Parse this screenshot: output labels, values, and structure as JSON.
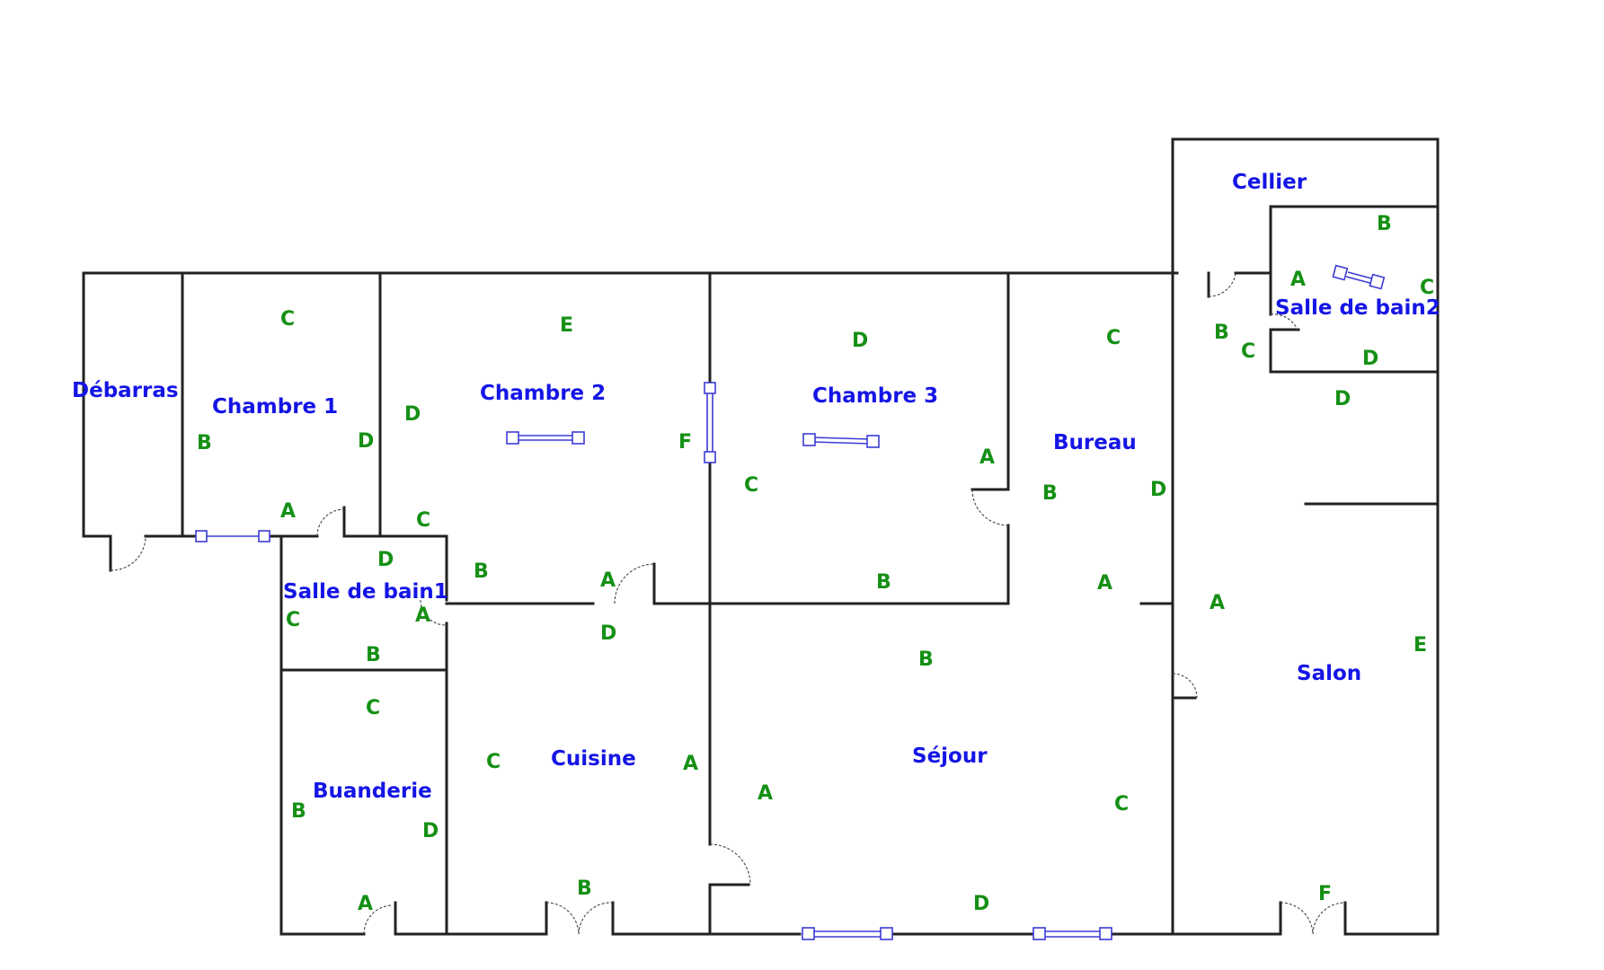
{
  "rooms": {
    "debarras": "Débarras",
    "chambre1": "Chambre 1",
    "chambre2": "Chambre 2",
    "chambre3": "Chambre 3",
    "bureau": "Bureau",
    "cellier": "Cellier",
    "sdb2": "Salle de bain2",
    "sdb1": "Salle de bain1",
    "buanderie": "Buanderie",
    "cuisine": "Cuisine",
    "sejour": "Séjour",
    "salon": "Salon"
  },
  "walls": {
    "chambre1": {
      "c": "C",
      "d": "D",
      "b": "B",
      "a": "A"
    },
    "chambre2": {
      "e": "E",
      "d": "D",
      "f": "F",
      "c": "C",
      "b": "B",
      "a": "A"
    },
    "chambre3": {
      "d": "D",
      "c": "C",
      "a": "A",
      "b": "B"
    },
    "bureau": {
      "c": "C",
      "b": "B",
      "d": "D",
      "a": "A"
    },
    "sdb2": {
      "b": "B",
      "a": "A",
      "c": "C",
      "d": "D"
    },
    "cellier": {
      "b": "B",
      "c": "C",
      "d": "D"
    },
    "sdb1": {
      "d": "D",
      "c": "C",
      "a": "A",
      "b": "B"
    },
    "buanderie": {
      "c": "C",
      "b": "B",
      "d": "D",
      "a": "A"
    },
    "cuisine": {
      "d": "D",
      "c": "C",
      "a": "A",
      "b": "B"
    },
    "sejour": {
      "b": "B",
      "a": "A",
      "c": "C",
      "d": "D"
    },
    "salon": {
      "a": "A",
      "e": "E",
      "f": "F"
    }
  },
  "colors": {
    "room_label": "#1515e6",
    "wall_label": "#159015",
    "wall": "#222222",
    "window": "#3b3bd6"
  }
}
